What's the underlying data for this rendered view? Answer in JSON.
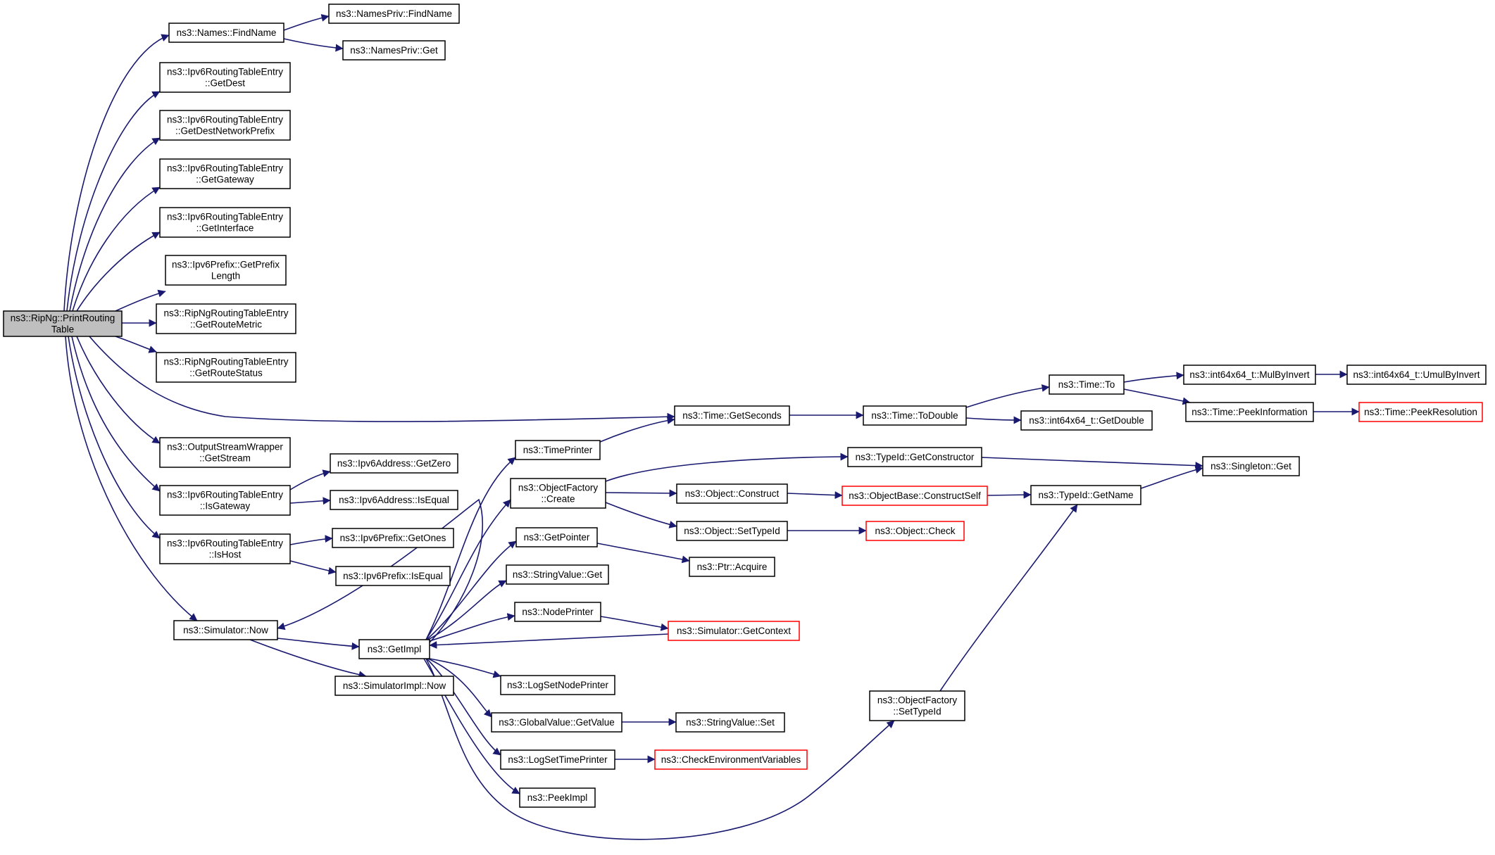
{
  "colors": {
    "edge": "#191970",
    "border": "#000000",
    "border_truncated": "#ff0000",
    "root_fill": "#bfbfbf",
    "fill": "#ffffff"
  },
  "nodes": [
    {
      "id": "root",
      "lines": [
        "ns3::RipNg::PrintRouting",
        "Table"
      ],
      "root": true
    },
    {
      "id": "findname",
      "lines": [
        "ns3::Names::FindName"
      ]
    },
    {
      "id": "npfindname",
      "lines": [
        "ns3::NamesPriv::FindName"
      ]
    },
    {
      "id": "npget",
      "lines": [
        "ns3::NamesPriv::Get"
      ]
    },
    {
      "id": "getdest",
      "lines": [
        "ns3::Ipv6RoutingTableEntry",
        "::GetDest"
      ]
    },
    {
      "id": "getdestnp",
      "lines": [
        "ns3::Ipv6RoutingTableEntry",
        "::GetDestNetworkPrefix"
      ]
    },
    {
      "id": "getgw",
      "lines": [
        "ns3::Ipv6RoutingTableEntry",
        "::GetGateway"
      ]
    },
    {
      "id": "getif",
      "lines": [
        "ns3::Ipv6RoutingTableEntry",
        "::GetInterface"
      ]
    },
    {
      "id": "getprefixlen",
      "lines": [
        "ns3::Ipv6Prefix::GetPrefix",
        "Length"
      ]
    },
    {
      "id": "getroutemetric",
      "lines": [
        "ns3::RipNgRoutingTableEntry",
        "::GetRouteMetric"
      ]
    },
    {
      "id": "getroutestatus",
      "lines": [
        "ns3::RipNgRoutingTableEntry",
        "::GetRouteStatus"
      ]
    },
    {
      "id": "getstream",
      "lines": [
        "ns3::OutputStreamWrapper",
        "::GetStream"
      ]
    },
    {
      "id": "isgw",
      "lines": [
        "ns3::Ipv6RoutingTableEntry",
        "::IsGateway"
      ]
    },
    {
      "id": "ishost",
      "lines": [
        "ns3::Ipv6RoutingTableEntry",
        "::IsHost"
      ]
    },
    {
      "id": "simnow",
      "lines": [
        "ns3::Simulator::Now"
      ]
    },
    {
      "id": "addrgetzero",
      "lines": [
        "ns3::Ipv6Address::GetZero"
      ]
    },
    {
      "id": "addrisequal",
      "lines": [
        "ns3::Ipv6Address::IsEqual"
      ]
    },
    {
      "id": "prefgetones",
      "lines": [
        "ns3::Ipv6Prefix::GetOnes"
      ]
    },
    {
      "id": "prefisequal",
      "lines": [
        "ns3::Ipv6Prefix::IsEqual"
      ]
    },
    {
      "id": "getimpl",
      "lines": [
        "ns3::GetImpl"
      ]
    },
    {
      "id": "simimplnow",
      "lines": [
        "ns3::SimulatorImpl::Now"
      ]
    },
    {
      "id": "timeprinter",
      "lines": [
        "ns3::TimePrinter"
      ]
    },
    {
      "id": "ofcreate",
      "lines": [
        "ns3::ObjectFactory",
        "::Create"
      ]
    },
    {
      "id": "getpointer",
      "lines": [
        "ns3::GetPointer"
      ]
    },
    {
      "id": "svget",
      "lines": [
        "ns3::StringValue::Get"
      ]
    },
    {
      "id": "nodeprinter",
      "lines": [
        "ns3::NodePrinter"
      ]
    },
    {
      "id": "logsetnodeprinter",
      "lines": [
        "ns3::LogSetNodePrinter"
      ]
    },
    {
      "id": "gvgetvalue",
      "lines": [
        "ns3::GlobalValue::GetValue"
      ]
    },
    {
      "id": "logsettimeprinter",
      "lines": [
        "ns3::LogSetTimePrinter"
      ]
    },
    {
      "id": "peekimpl",
      "lines": [
        "ns3::PeekImpl"
      ]
    },
    {
      "id": "getseconds",
      "lines": [
        "ns3::Time::GetSeconds"
      ]
    },
    {
      "id": "todouble",
      "lines": [
        "ns3::Time::ToDouble"
      ]
    },
    {
      "id": "timeto",
      "lines": [
        "ns3::Time::To"
      ]
    },
    {
      "id": "i64getdouble",
      "lines": [
        "ns3::int64x64_t::GetDouble"
      ]
    },
    {
      "id": "mulbyinvert",
      "lines": [
        "ns3::int64x64_t::MulByInvert"
      ]
    },
    {
      "id": "umulbyinvert",
      "lines": [
        "ns3::int64x64_t::UmulByInvert"
      ]
    },
    {
      "id": "peekinfo",
      "lines": [
        "ns3::Time::PeekInformation"
      ]
    },
    {
      "id": "peekres",
      "lines": [
        "ns3::Time::PeekResolution"
      ],
      "truncated": true
    },
    {
      "id": "tidgetctor",
      "lines": [
        "ns3::TypeId::GetConstructor"
      ]
    },
    {
      "id": "singletonget",
      "lines": [
        "ns3::Singleton::Get"
      ]
    },
    {
      "id": "objconstruct",
      "lines": [
        "ns3::Object::Construct"
      ]
    },
    {
      "id": "objbaseconstructself",
      "lines": [
        "ns3::ObjectBase::ConstructSelf"
      ],
      "truncated": true
    },
    {
      "id": "tidgetname",
      "lines": [
        "ns3::TypeId::GetName"
      ]
    },
    {
      "id": "objsettypeid",
      "lines": [
        "ns3::Object::SetTypeId"
      ]
    },
    {
      "id": "objcheck",
      "lines": [
        "ns3::Object::Check"
      ],
      "truncated": true
    },
    {
      "id": "ptracquire",
      "lines": [
        "ns3::Ptr::Acquire"
      ]
    },
    {
      "id": "simgetcontext",
      "lines": [
        "ns3::Simulator::GetContext"
      ],
      "truncated": true
    },
    {
      "id": "ofsettypeid",
      "lines": [
        "ns3::ObjectFactory",
        "::SetTypeId"
      ]
    },
    {
      "id": "svset",
      "lines": [
        "ns3::StringValue::Set"
      ]
    },
    {
      "id": "checkenv",
      "lines": [
        "ns3::CheckEnvironmentVariables"
      ],
      "truncated": true
    }
  ]
}
